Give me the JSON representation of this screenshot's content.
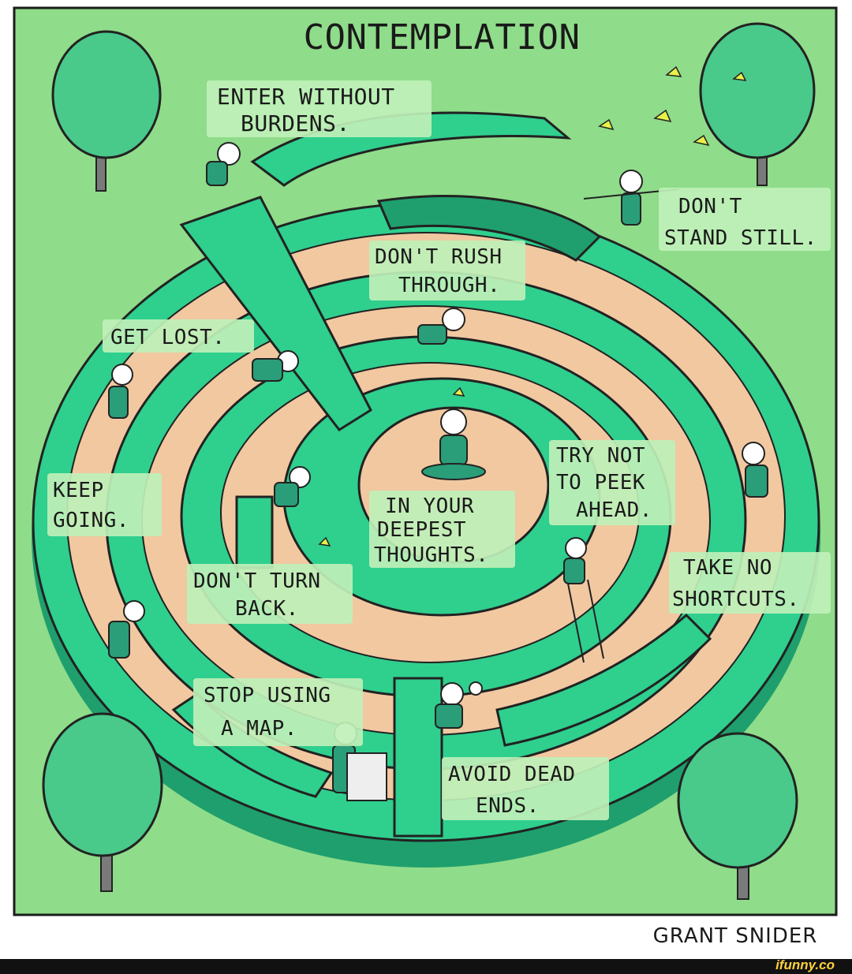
{
  "comic": {
    "title": "CONTEMPLATION",
    "labels": [
      {
        "id": "enter",
        "lines": [
          "ENTER WITHOUT",
          "BURDENS."
        ]
      },
      {
        "id": "dont-rush",
        "lines": [
          "DON'T RUSH",
          "THROUGH."
        ]
      },
      {
        "id": "dont-stand",
        "lines": [
          "DON'T",
          "STAND STILL."
        ]
      },
      {
        "id": "get-lost",
        "lines": [
          "GET LOST."
        ]
      },
      {
        "id": "keep-going",
        "lines": [
          "KEEP",
          "GOING."
        ]
      },
      {
        "id": "deepest",
        "lines": [
          "IN YOUR",
          "DEEPEST",
          "THOUGHTS."
        ]
      },
      {
        "id": "try-not",
        "lines": [
          "TRY NOT",
          "TO PEEK",
          "AHEAD."
        ]
      },
      {
        "id": "dont-turn",
        "lines": [
          "DON'T TURN",
          "BACK."
        ]
      },
      {
        "id": "take-no",
        "lines": [
          "TAKE NO",
          "SHORTCUTS."
        ]
      },
      {
        "id": "stop-map",
        "lines": [
          "STOP USING",
          "A MAP."
        ]
      },
      {
        "id": "avoid",
        "lines": [
          "AVOID DEAD",
          "ENDS."
        ]
      }
    ],
    "credit": "GRANT SNIDER",
    "watermark": "ifunny.co",
    "colors": {
      "grass": "#8fdc8a",
      "hedge": "#2fcf8e",
      "hedge_dark": "#1f9f6d",
      "path": "#f1c8a0",
      "label": "#bff0b9",
      "tree": "#49c98a",
      "trunk": "#7a7a7a",
      "figure": "#2a9e78"
    }
  }
}
